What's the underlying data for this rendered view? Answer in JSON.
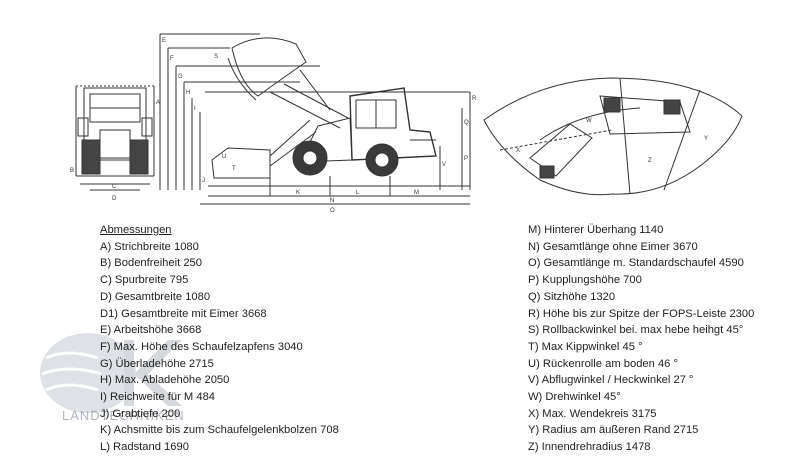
{
  "specs_heading": "Abmessungen",
  "specs_left": [
    "A) Strichbreite 1080",
    "B) Bodenfreiheit 250",
    "C) Spurbreite 795",
    "D) Gesamtbreite 1080",
    "D1) Gesamtbreite mit Eimer 3668",
    "E) Arbeitshöhe 3668",
    "F) Max. Höhe des Schaufelzapfens 3040",
    "G) Überladehöhe 2715",
    "H) Max. Abladehöhe 2050",
    "I) Reichweite für M 484",
    "J) Grabtiefe 200",
    "K) Achsmitte bis zum Schaufelgelenkbolzen 708",
    "L) Radstand 1690"
  ],
  "specs_right": [
    "M) Hinterer Überhang 1140",
    "N) Gesamtlänge ohne Eimer 3670",
    "O) Gesamtlänge m. Standardschaufel 4590",
    "P) Kupplungshöhe 700",
    "Q) Sitzhöhe 1320",
    "R) Höhe bis zur Spitze der FOPS-Leiste 2300",
    "S) Rollbackwinkel bei. max hebe heihgt  45°",
    "T) Max Kippwinkel 45 °",
    "U) Rückenrolle am boden 46 °",
    "V) Abflugwinkel / Heckwinkel 27 °",
    "W) Drehwinkel 45°",
    "X) Max. Wendekreis 3175",
    "Y) Radius am äußeren Rand 2715",
    "Z) Innendrehradius 1478"
  ],
  "watermark_text": "LANDTECHNIKEN",
  "dimension_letters": [
    "A",
    "B",
    "C",
    "D",
    "E",
    "F",
    "G",
    "H",
    "I",
    "J",
    "K",
    "L",
    "M",
    "N",
    "O",
    "P",
    "Q",
    "R",
    "S",
    "T",
    "U",
    "V",
    "W",
    "X",
    "Y",
    "Z"
  ],
  "colors": {
    "line": "#333333",
    "text": "#222222",
    "watermark": "#6d7a88"
  }
}
